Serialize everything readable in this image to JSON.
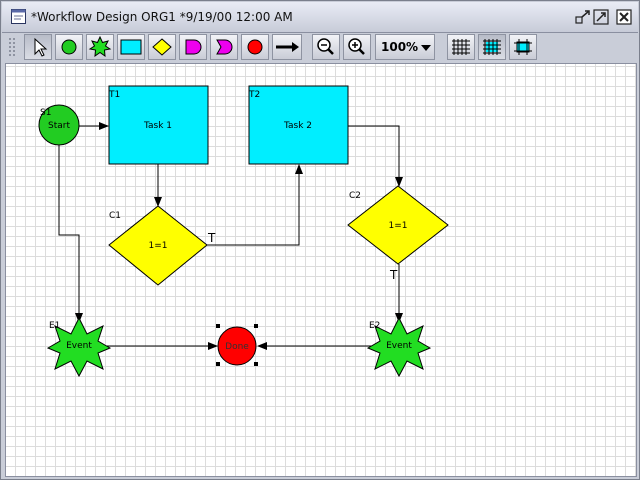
{
  "window": {
    "title": "*Workflow Design ORG1 *9/19/00 12:00 AM"
  },
  "toolbar": {
    "tools": [
      {
        "name": "select-tool",
        "icon": "pointer-arrow-icon"
      },
      {
        "name": "start-node-tool",
        "icon": "green-circle-icon"
      },
      {
        "name": "event-node-tool",
        "icon": "green-star-icon"
      },
      {
        "name": "task-node-tool",
        "icon": "cyan-rectangle-icon"
      },
      {
        "name": "condition-node-tool",
        "icon": "yellow-diamond-icon"
      },
      {
        "name": "merge-node-tool",
        "icon": "magenta-shape-icon"
      },
      {
        "name": "split-node-tool",
        "icon": "magenta-notch-icon"
      },
      {
        "name": "end-node-tool",
        "icon": "red-circle-icon"
      },
      {
        "name": "connector-tool",
        "icon": "arrow-icon"
      },
      {
        "name": "zoom-out-tool",
        "icon": "zoom-out-icon"
      },
      {
        "name": "zoom-in-tool",
        "icon": "zoom-in-icon"
      },
      {
        "name": "grid-tool",
        "icon": "grid-icon"
      },
      {
        "name": "snap-grid-tool",
        "icon": "snap-grid-icon"
      },
      {
        "name": "align-grid-tool",
        "icon": "align-grid-icon"
      }
    ],
    "zoom_value": "100%"
  },
  "colors": {
    "start": "#22cc22",
    "event": "#22dd22",
    "task": "#00eeff",
    "condition": "#ffff00",
    "end": "#ff0000",
    "merge": "#ee00ee"
  },
  "diagram": {
    "nodes": {
      "start": {
        "id": "S1",
        "label": "Start"
      },
      "t1": {
        "id": "T1",
        "label": "Task 1"
      },
      "t2": {
        "id": "T2",
        "label": "Task 2"
      },
      "c1": {
        "id": "C1",
        "label": "1=1"
      },
      "c2": {
        "id": "C2",
        "label": "1=1"
      },
      "e1": {
        "id": "E1",
        "label": "Event"
      },
      "e2": {
        "id": "E2",
        "label": "Event"
      },
      "done": {
        "label": "Done"
      }
    },
    "edge_labels": {
      "c1_true": "T",
      "c2_true": "T"
    }
  }
}
